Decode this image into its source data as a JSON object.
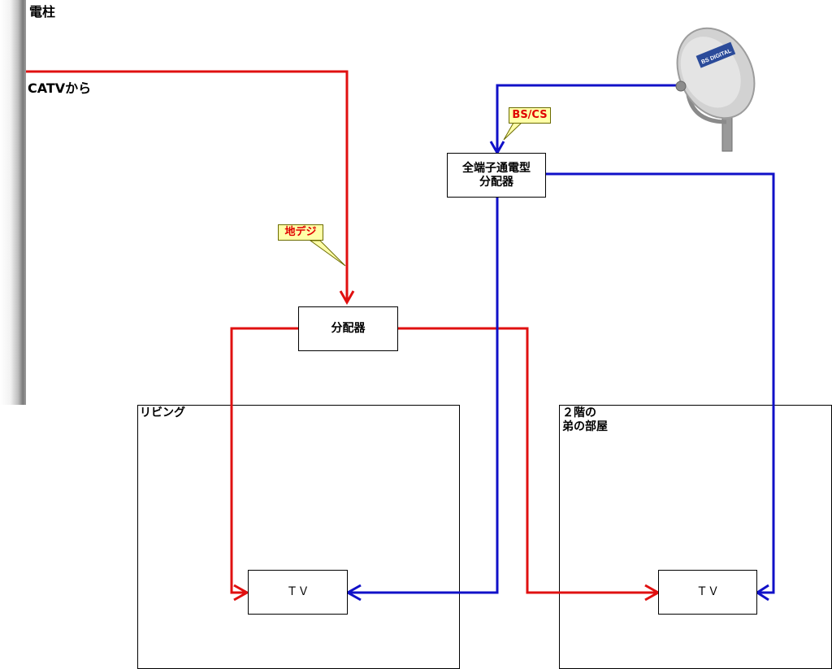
{
  "pole": {
    "label": "電柱"
  },
  "catv": {
    "label": "CATVから"
  },
  "callouts": {
    "terrestrial": "地デジ",
    "bs_cs": "BS/CS"
  },
  "splitters": {
    "main": "分配器",
    "all_port_line1": "全端子通電型",
    "all_port_line2": "分配器"
  },
  "rooms": {
    "living": {
      "label": "リビング",
      "tv": "ＴＶ"
    },
    "upstairs": {
      "label_line1": "２階の",
      "label_line2": "弟の部屋",
      "tv": "ＴＶ"
    }
  },
  "dish": {
    "brand": "BS DIGITAL"
  },
  "colors": {
    "terrestrial": "#e01010",
    "satellite": "#1010c8"
  }
}
